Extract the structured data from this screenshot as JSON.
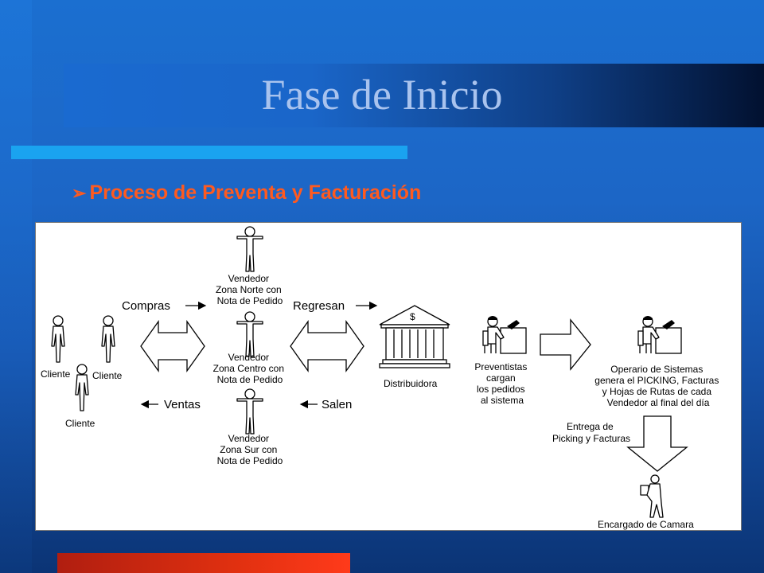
{
  "slide": {
    "title": "Fase de Inicio",
    "subtitle": "Proceso de Preventa y Facturación"
  },
  "diagram": {
    "clientes": [
      "Cliente",
      "Cliente",
      "Cliente"
    ],
    "labels": {
      "compras": "Compras",
      "ventas": "Ventas",
      "regresan": "Regresan",
      "salen": "Salen",
      "dollar": "$",
      "distribuidora": "Distribuidora",
      "entrega": [
        "Entrega de",
        "Picking y Facturas"
      ],
      "encargado": "Encargado de Camara"
    },
    "vendedores": [
      [
        "Vendedor",
        "Zona Norte con",
        "Nota de Pedido"
      ],
      [
        "Vendedor",
        "Zona Centro con",
        "Nota de Pedido"
      ],
      [
        "Vendedor",
        "Zona Sur con",
        "Nota de Pedido"
      ]
    ],
    "preventistas": [
      "Preventistas",
      "cargan",
      "los pedidos",
      "al sistema"
    ],
    "operario": [
      "Operario de Sistemas",
      "genera el PICKING, Facturas",
      "y Hojas de Rutas de cada",
      "Vendedor al final del día"
    ]
  }
}
